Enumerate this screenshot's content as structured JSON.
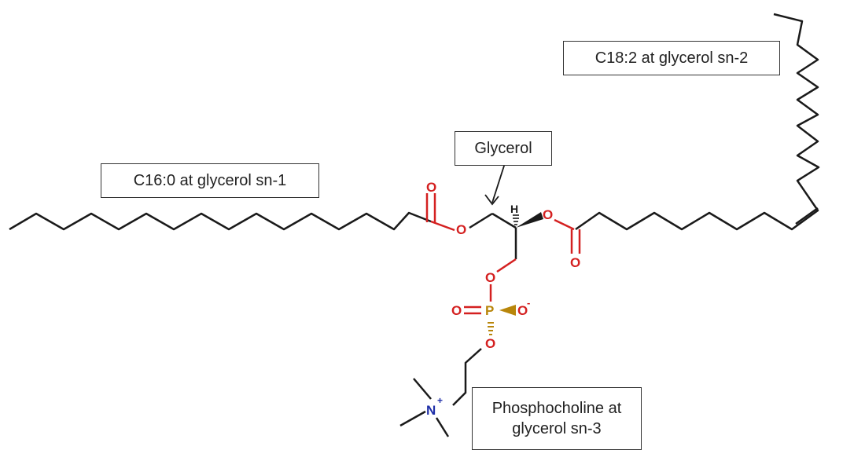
{
  "labels": {
    "sn2": "C18:2 at glycerol sn-2",
    "glycerol": "Glycerol",
    "sn1": "C16:0 at glycerol sn-1",
    "sn3_line1": "Phosphocholine at",
    "sn3_line2": "glycerol sn-3"
  },
  "atoms": {
    "oxygen": "O",
    "hydrogen": "H",
    "phosphorus": "P",
    "nitrogen": "N",
    "oxide": "O",
    "minus": "-",
    "plus": "+"
  },
  "colors": {
    "bond": "#1a1a1a",
    "oxygen": "#d42020",
    "phosphorus": "#b8860b",
    "nitrogen": "#1f2fa8"
  }
}
